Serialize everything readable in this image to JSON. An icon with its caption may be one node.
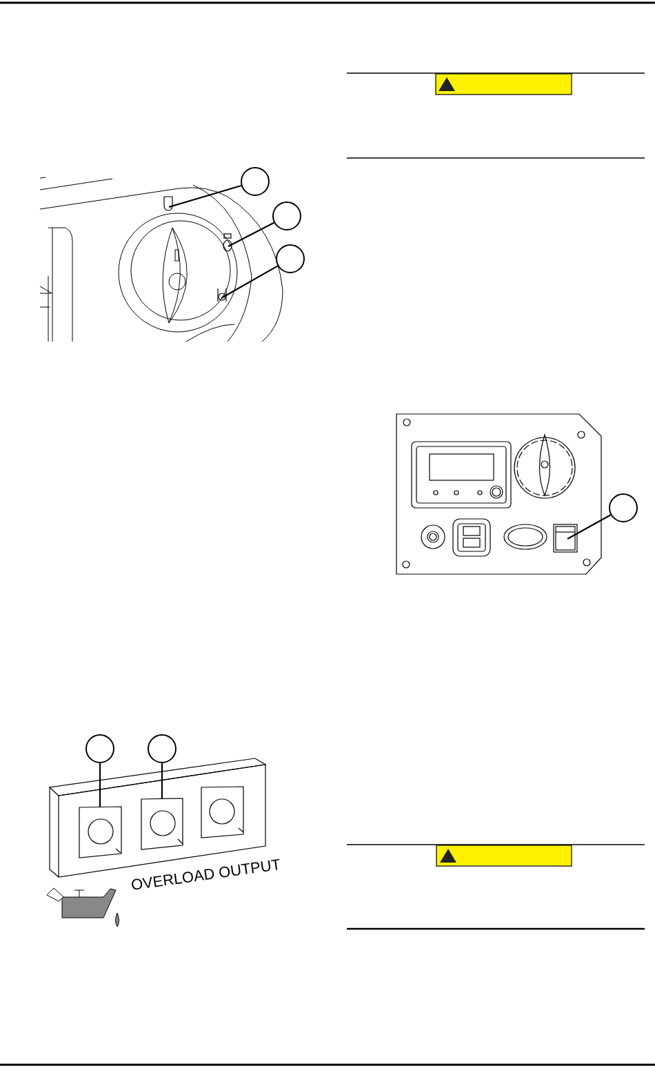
{
  "diagram": {
    "nodes": [
      {
        "text": [],
        "shape": "circle"
      },
      {
        "text": [],
        "shape": "circle"
      },
      {
        "text": [],
        "shape": "circle"
      },
      {
        "text": [],
        "shape": "circle"
      },
      {
        "text": [],
        "shape": "circle"
      },
      {
        "text": [],
        "shape": "circle"
      },
      {
        "text": [],
        "shape": "circle"
      },
      {
        "text": [],
        "shape": "circle"
      },
      {
        "text": [],
        "shape": "circle"
      },
      {
        "text": [],
        "shape": "box"
      },
      {
        "text": [],
        "shape": "box"
      },
      {
        "text": [],
        "shape": "box"
      }
    ],
    "edges": [
      {
        "from": 0,
        "to": 6,
        "arrow": "none"
      },
      {
        "from": 1,
        "to": 7,
        "arrow": "none"
      },
      {
        "from": 2,
        "to": 8,
        "arrow": "none"
      },
      {
        "from": 3,
        "to": 9,
        "arrow": "none"
      },
      {
        "from": 4,
        "to": 10,
        "arrow": "none"
      },
      {
        "from": 5,
        "to": 11,
        "arrow": "none"
      }
    ],
    "labels": [
      "OVERLOAD OUTPUT"
    ]
  }
}
